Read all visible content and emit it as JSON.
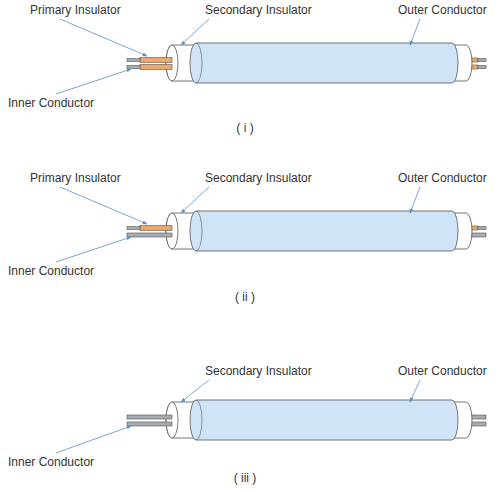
{
  "diagram": {
    "labels": [
      "Primary Insulator",
      "Secondary Insulator",
      "Outer Conductor",
      "Inner Conductor",
      "( i )",
      "Primary Insulator",
      "Secondary Insulator",
      "Outer Conductor",
      "Inner Conductor",
      "( ii )",
      "Secondary Insulator",
      "Outer Conductor",
      "Inner Conductor",
      "( iii )"
    ]
  }
}
